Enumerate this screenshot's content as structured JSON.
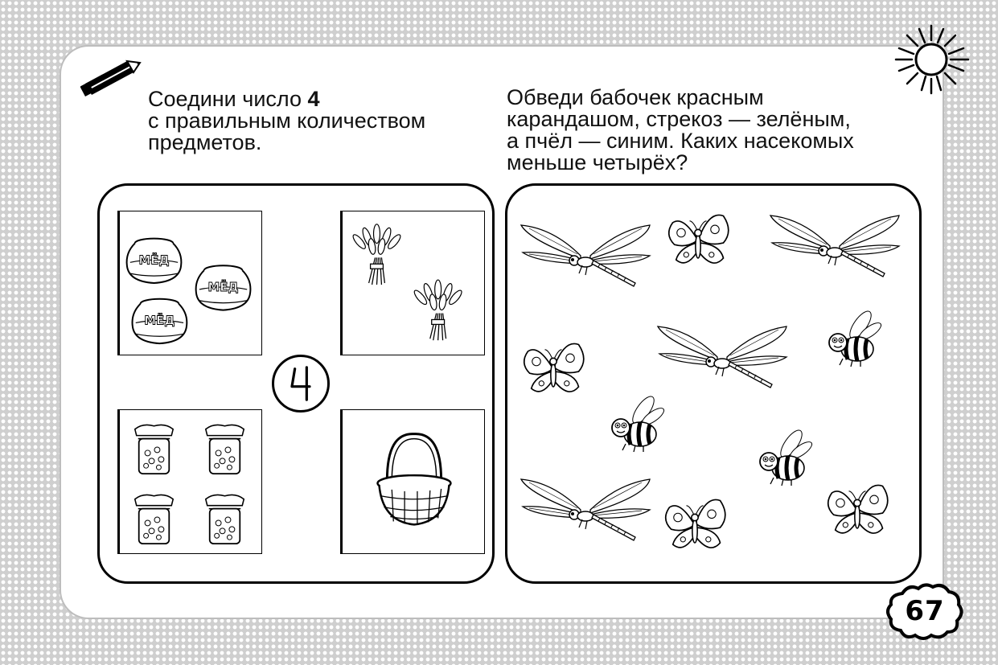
{
  "task_left": {
    "line1_pre": "Соедини число ",
    "line1_bold": "4",
    "line2": "с правильным количеством",
    "line3": "предметов."
  },
  "task_right": {
    "line1": "Обведи бабочек красным",
    "line2": "карандашом, стрекоз — зелёным,",
    "line3": "а пчёл — синим. Каких насекомых",
    "line4": "меньше четырёх?"
  },
  "center_number": "4",
  "honey_label": "МЁД",
  "page_number": "67",
  "cells": {
    "top_left": {
      "item": "honey-pot",
      "count": 3
    },
    "top_right": {
      "item": "wheat-sheaf",
      "count": 2
    },
    "bottom_left": {
      "item": "jam-jar",
      "count": 4
    },
    "bottom_right": {
      "item": "basket",
      "count": 1
    }
  },
  "insects": {
    "butterflies": 4,
    "dragonflies": 4,
    "bees": 3
  }
}
